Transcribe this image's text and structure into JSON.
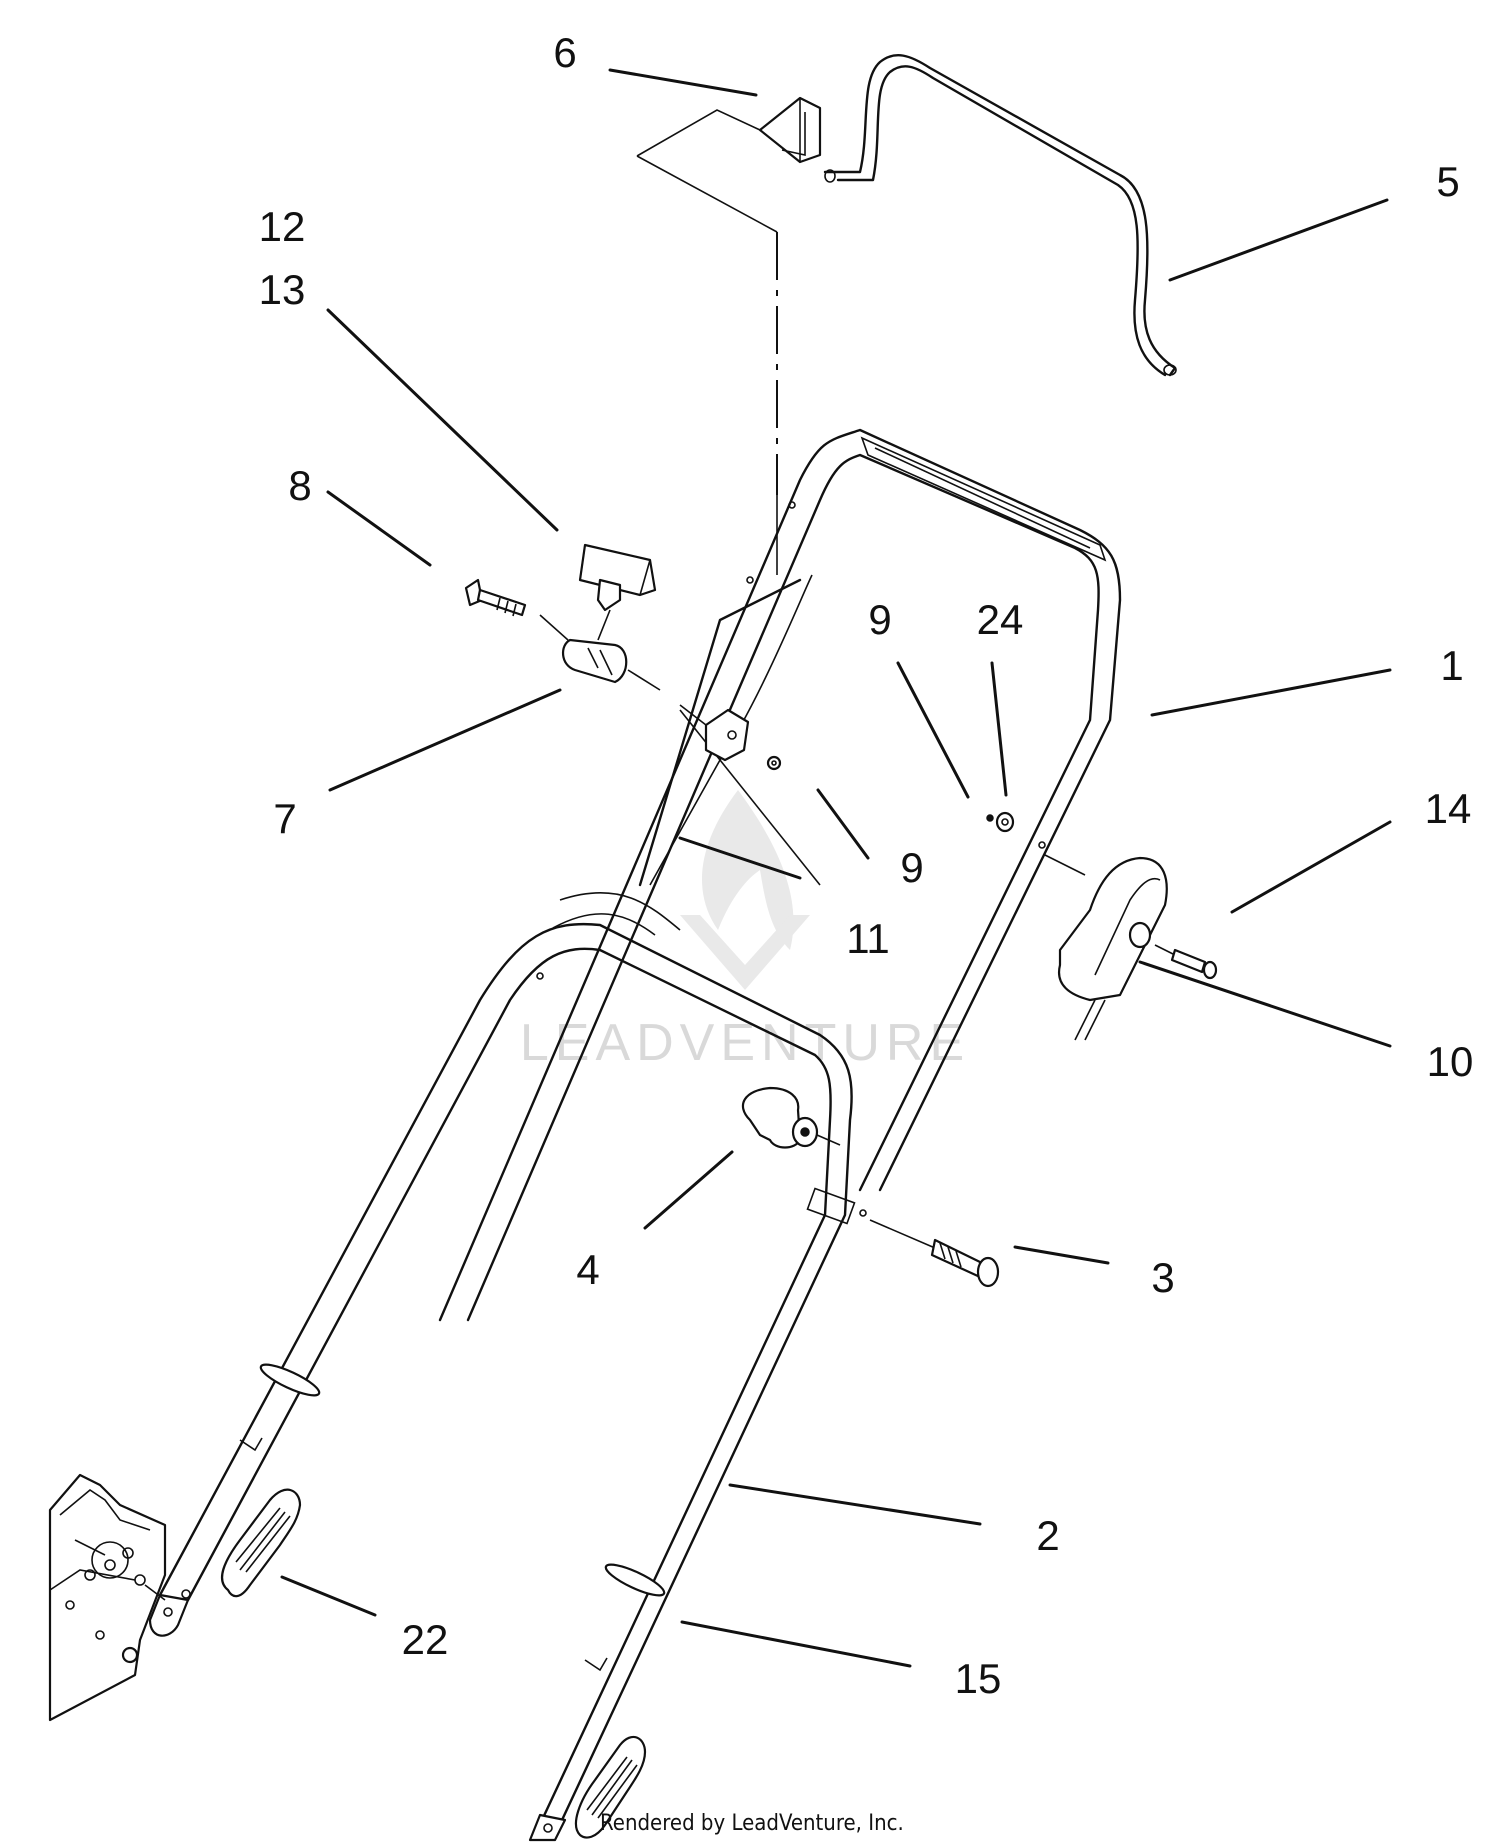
{
  "diagram": {
    "callouts": [
      {
        "id": "6",
        "label": "6"
      },
      {
        "id": "5",
        "label": "5"
      },
      {
        "id": "12",
        "label": "12"
      },
      {
        "id": "13",
        "label": "13"
      },
      {
        "id": "8",
        "label": "8"
      },
      {
        "id": "9a",
        "label": "9"
      },
      {
        "id": "24",
        "label": "24"
      },
      {
        "id": "1",
        "label": "1"
      },
      {
        "id": "7",
        "label": "7"
      },
      {
        "id": "9b",
        "label": "9"
      },
      {
        "id": "14",
        "label": "14"
      },
      {
        "id": "11",
        "label": "11"
      },
      {
        "id": "10",
        "label": "10"
      },
      {
        "id": "4",
        "label": "4"
      },
      {
        "id": "3",
        "label": "3"
      },
      {
        "id": "2",
        "label": "2"
      },
      {
        "id": "22",
        "label": "22"
      },
      {
        "id": "15",
        "label": "15"
      }
    ],
    "watermark": "LEADVENTURE",
    "footer": "Rendered by LeadVenture, Inc."
  }
}
